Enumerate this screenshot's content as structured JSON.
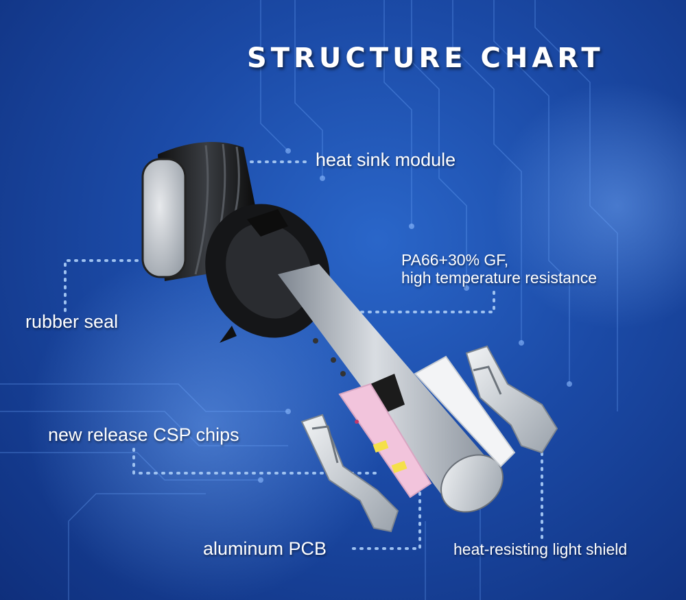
{
  "title": "STRUCTURE CHART",
  "labels": {
    "heat_sink": "heat sink module",
    "housing_line1": "PA66+30% GF,",
    "housing_line2": "high temperature resistance",
    "rubber_seal": "rubber seal",
    "csp_chips": "new release CSP chips",
    "aluminum_pcb": "aluminum PCB",
    "light_shield": "heat-resisting light shield"
  },
  "colors": {
    "background": "#1b4aa6",
    "leader_line": "#9fc2f0",
    "seal": "#e0161c",
    "pcb": "#f2c4dc",
    "chip": "#f5e04a"
  }
}
